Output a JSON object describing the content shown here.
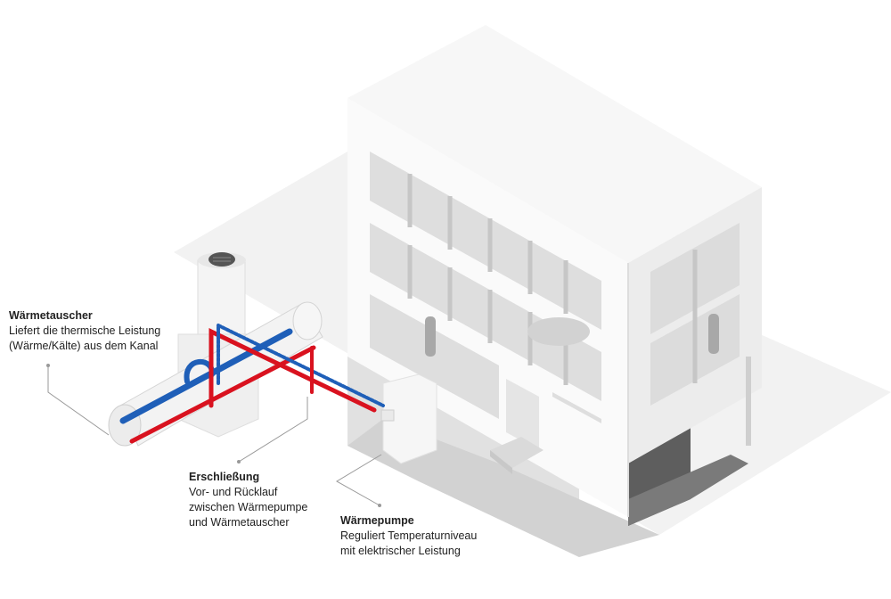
{
  "labels": {
    "waermetauscher": {
      "title": "Wärmetauscher",
      "lines": [
        "Liefert die thermische Leistung",
        "(Wärme/Kälte) aus dem Kanal"
      ]
    },
    "erschliessung": {
      "title": "Erschließung",
      "lines": [
        "Vor- und Rücklauf",
        "zwischen Wärmepumpe",
        "und Wärmetauscher"
      ]
    },
    "waermepumpe": {
      "title": "Wärmepumpe",
      "lines": [
        "Reguliert Temperaturniveau",
        "mit elektrischer Leistung"
      ]
    }
  },
  "colors": {
    "supply": "#d9121f",
    "return": "#1f5fb8",
    "leader": "#999999"
  }
}
